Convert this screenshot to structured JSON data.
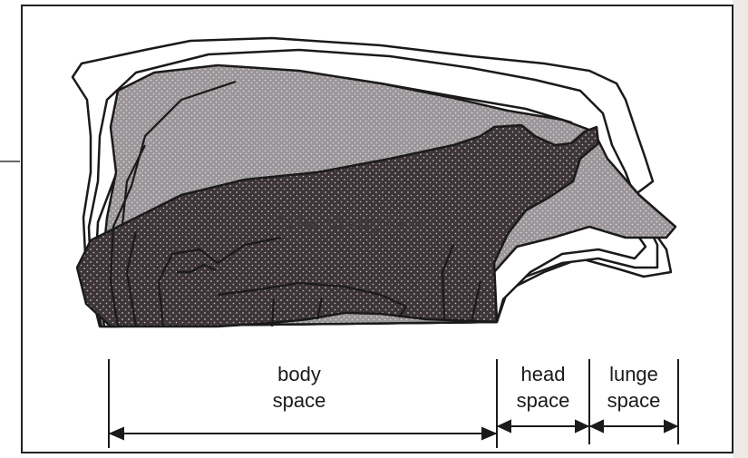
{
  "figure": {
    "title": "\"The Rising Cow\"",
    "segments": [
      {
        "line1": "body",
        "line2": "space"
      },
      {
        "line1": "head",
        "line2": "space"
      },
      {
        "line1": "lunge",
        "line2": "space"
      }
    ]
  },
  "colors": {
    "paper": "#ffffff",
    "background_page": "#ece9e6",
    "frame": "#222222",
    "outline_stroke": "#1a1a1a",
    "mid_gray_fill": "#8f8a8e",
    "dark_fill": "#3d3538",
    "dot_color": "#e8e3e3"
  }
}
